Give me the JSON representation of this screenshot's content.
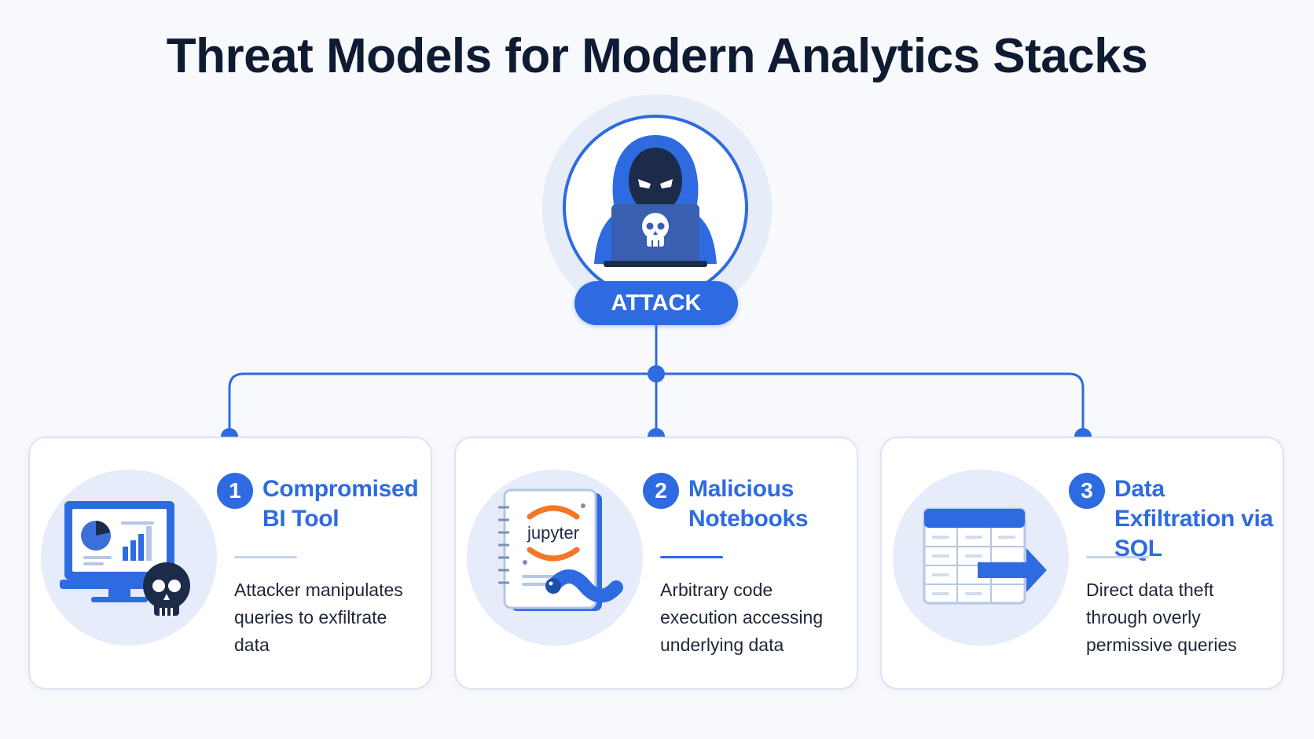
{
  "title": "Threat Models for Modern Analytics Stacks",
  "hub": {
    "label": "ATTACK",
    "icon": "hooded-hacker-icon"
  },
  "colors": {
    "accent": "#2e6be0",
    "title": "#0f1b33",
    "icon_dark": "#1d2b4a"
  },
  "cards": [
    {
      "number": "1",
      "title": "Compromised BI Tool",
      "description": "Attacker manipulates queries to exfiltrate data",
      "icon": "bi-dashboard-skull-icon",
      "divider_color": "#c8d3e8"
    },
    {
      "number": "2",
      "title": "Malicious Notebooks",
      "notebook_label": "jupyter",
      "description": "Arbitrary code execution accessing underlying data",
      "icon": "jupyter-notebook-worm-icon",
      "divider_color": "#2e6be0"
    },
    {
      "number": "3",
      "title": "Data Exfiltration via SQL",
      "description": "Direct data theft through overly permissive queries",
      "icon": "table-export-arrow-icon",
      "divider_color": "#c8d3e8"
    }
  ]
}
